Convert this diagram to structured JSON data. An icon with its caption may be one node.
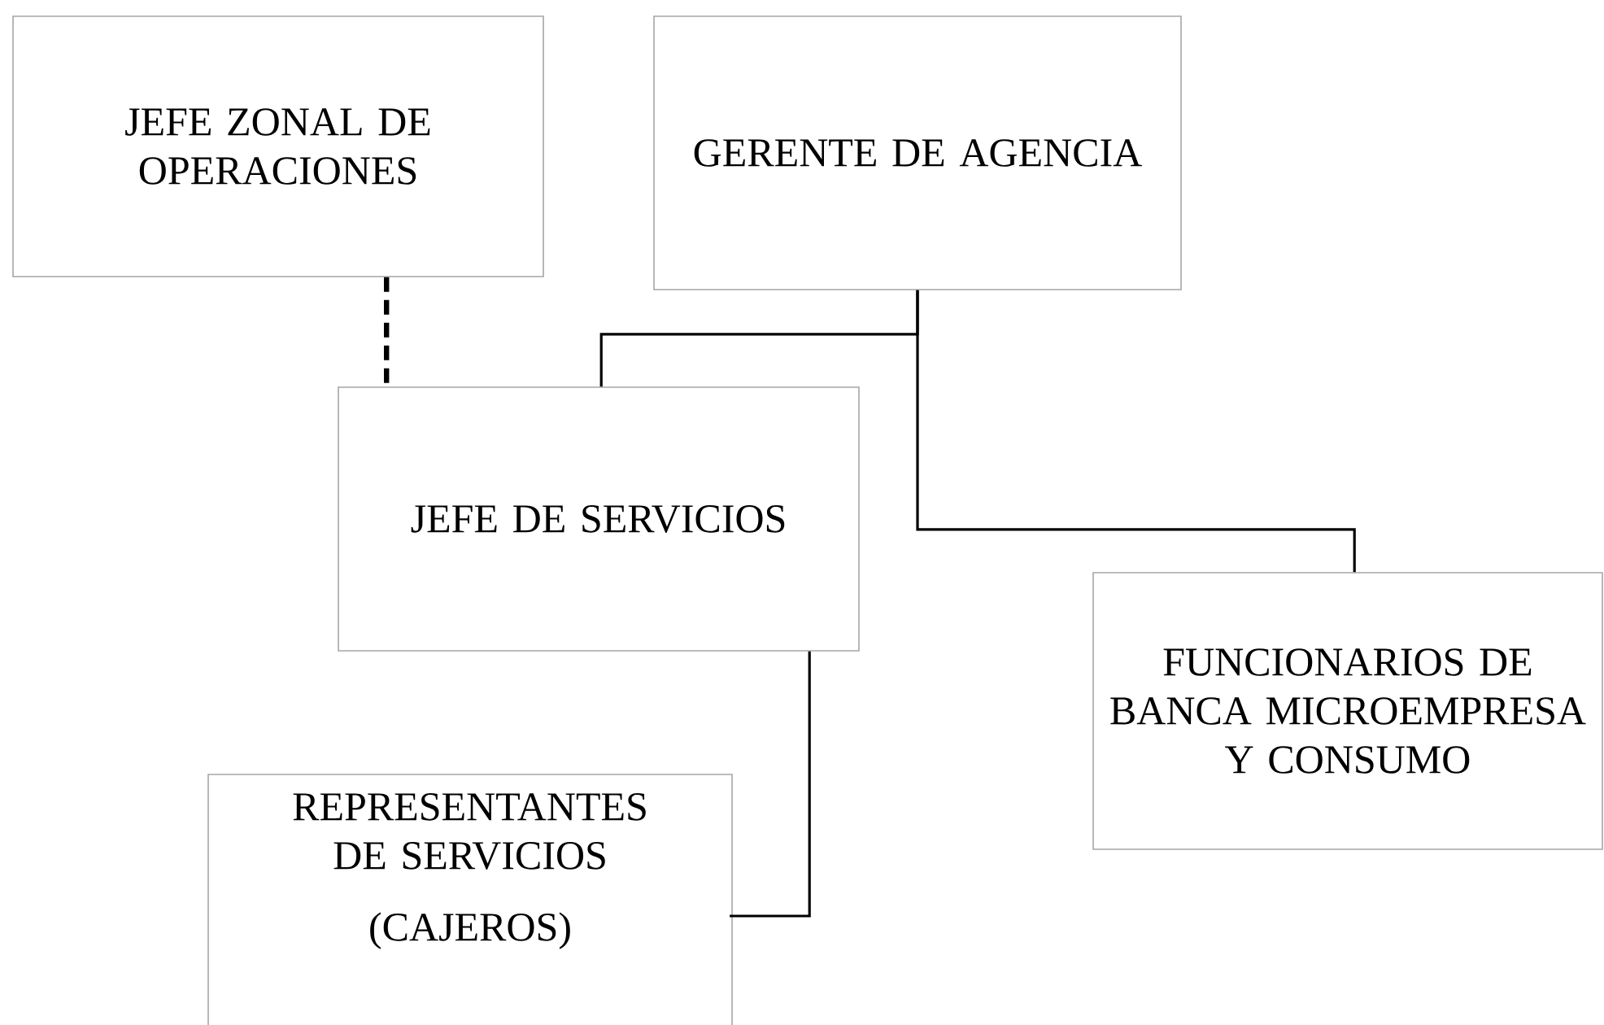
{
  "diagram": {
    "nodes": [
      {
        "text": [
          "JEFE ZONAL DE OPERACIONES"
        ]
      },
      {
        "text": [
          "GERENTE DE AGENCIA"
        ]
      },
      {
        "text": [
          "JEFE DE SERVICIOS"
        ]
      },
      {
        "text": [
          "FUNCIONARIOS DE BANCA MICROEMPRESA Y CONSUMO"
        ]
      },
      {
        "text": [
          "REPRESENTANTES DE SERVICIOS",
          "(CAJEROS)"
        ]
      }
    ],
    "edges": [
      {
        "from": 0,
        "to": 2,
        "arrow": "none",
        "style": "dashed"
      },
      {
        "from": 1,
        "to": 2,
        "arrow": "none"
      },
      {
        "from": 1,
        "to": 3,
        "arrow": "none"
      },
      {
        "from": 2,
        "to": 4,
        "arrow": "none"
      }
    ]
  }
}
